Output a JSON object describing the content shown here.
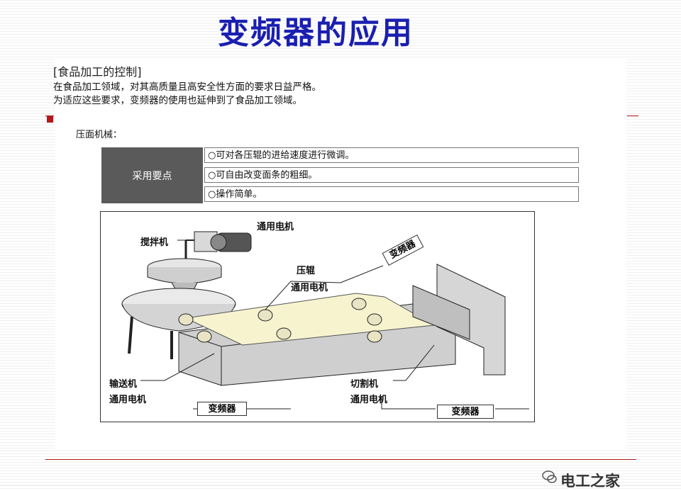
{
  "title": "变频器的应用",
  "section": {
    "heading": "[食品加工的控制]",
    "intro_line1": "在食品加工领域，对其高质量且高安全性方面的要求日益严格。",
    "intro_line2": "为适应这些要求，变频器的使用也延伸到了食品加工领域。"
  },
  "sub_heading": "压面机械：",
  "key_points": {
    "label": "采用要点",
    "items": [
      "○可对各压辊的进给速度进行微调。",
      "○可自由改变面条的粗细。",
      "○操作简单。"
    ]
  },
  "diagram": {
    "labels": {
      "motor_top": "通用电机",
      "mixer": "搅拌机",
      "press_roller": "压辊",
      "press_motor": "通用电机",
      "conveyor": "输送机",
      "conveyor_motor": "通用电机",
      "cutter": "切割机",
      "cutter_motor": "通用电机"
    },
    "vfd_labels": [
      "变频器",
      "变频器",
      "变频器"
    ]
  },
  "watermark": "电工之家",
  "colors": {
    "title": "#1a1fb0",
    "accent_red": "#b11a1a",
    "label_bg": "#5a5a5a"
  }
}
